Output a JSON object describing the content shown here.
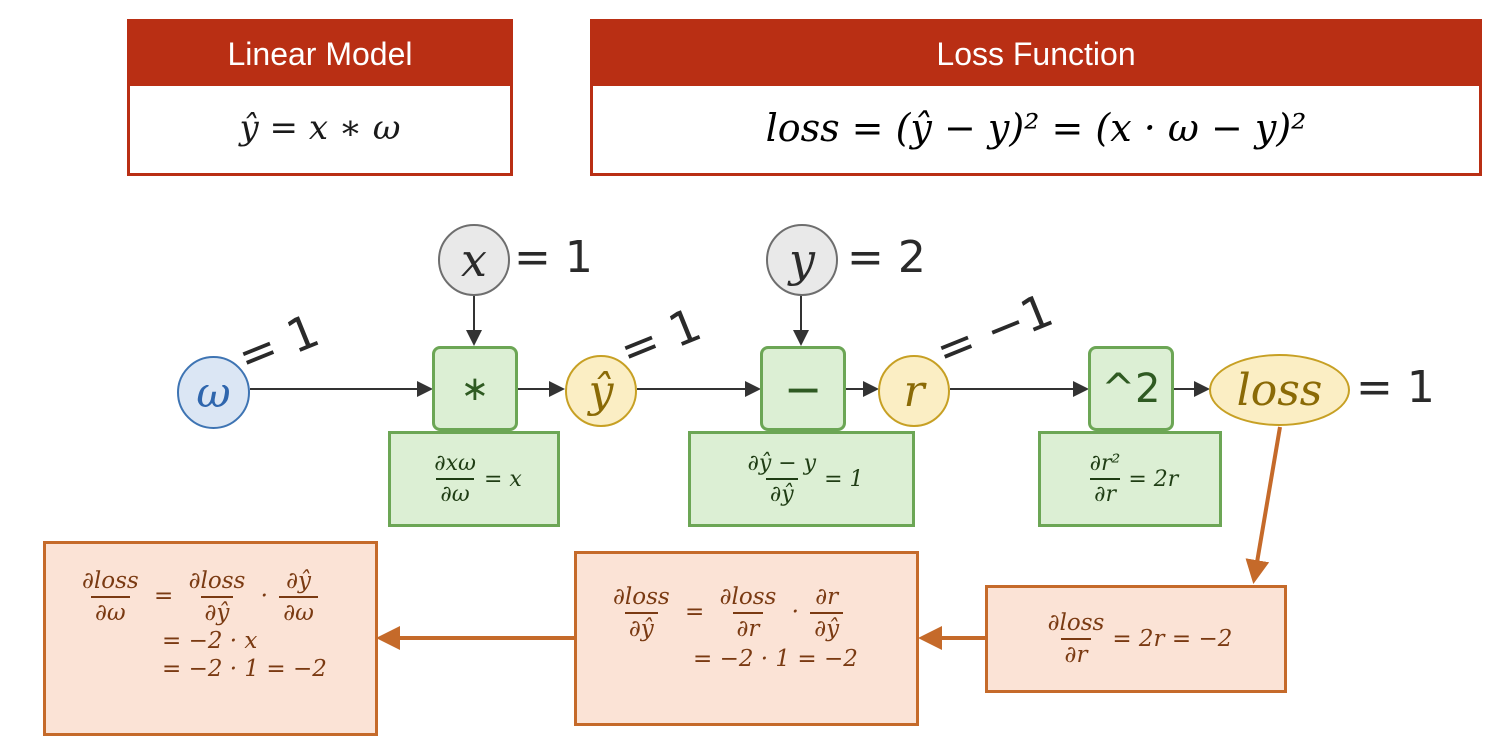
{
  "linear_model": {
    "title": "Linear Model",
    "formula": "ŷ = x ∗ ω"
  },
  "loss_function": {
    "title": "Loss Function",
    "formula": "loss = (ŷ − y)² = (x · ω − y)²"
  },
  "nodes": {
    "omega": "ω",
    "omega_value": "= 1",
    "x": "x",
    "x_value": "= 1",
    "y": "y",
    "y_value": "= 2",
    "yhat": "ŷ",
    "yhat_value": "= 1",
    "r": "r",
    "r_value": "= −1",
    "loss": "loss",
    "loss_value": "= 1"
  },
  "ops": {
    "mul": "∗",
    "sub": "−",
    "square": "^2"
  },
  "local_grads": {
    "mul": {
      "num": "∂xω",
      "den": "∂ω",
      "rhs": "= x"
    },
    "sub": {
      "num": "∂ŷ − y",
      "den": "∂ŷ",
      "rhs": "= 1"
    },
    "square": {
      "num": "∂r²",
      "den": "∂r",
      "rhs": "= 2r"
    }
  },
  "backprop": {
    "dloss_dr": {
      "num": "∂loss",
      "den": "∂r",
      "rhs": "= 2r = −2"
    },
    "dloss_dyhat": {
      "num1": "∂loss",
      "den1": "∂ŷ",
      "eq": "=",
      "num2": "∂loss",
      "den2": "∂r",
      "dot": "·",
      "num3": "∂r",
      "den3": "∂ŷ",
      "line2": "= −2 · 1 = −2"
    },
    "dloss_domega": {
      "num1": "∂loss",
      "den1": "∂ω",
      "eq": "=",
      "num2": "∂loss",
      "den2": "∂ŷ",
      "dot": "·",
      "num3": "∂ŷ",
      "den3": "∂ω",
      "line2": "= −2 · x",
      "line3": "= −2 · 1 = −2"
    }
  },
  "colors": {
    "header_red": "#b92f14",
    "op_green": "#6ca655",
    "back_orange": "#c56a2a",
    "omega_blue": "#3e74b3",
    "node_gold": "#c7a024"
  }
}
